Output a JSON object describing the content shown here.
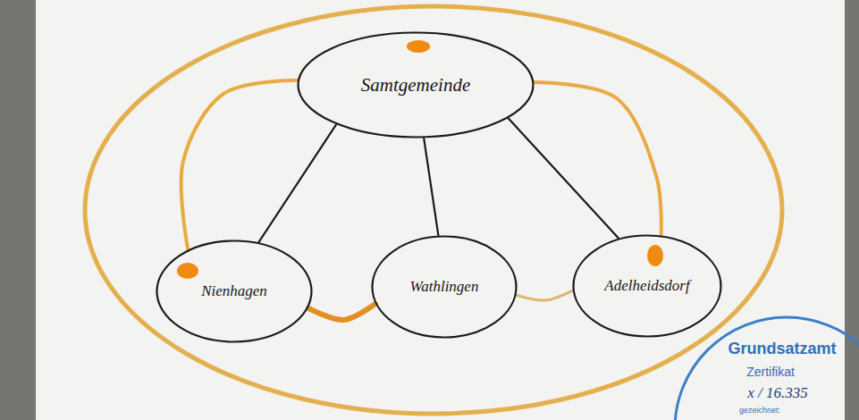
{
  "diagram": {
    "nodes": [
      {
        "text": [
          "Samtgemeinde"
        ]
      },
      {
        "text": [
          "Nienhagen"
        ]
      },
      {
        "text": [
          "Wathlingen"
        ]
      },
      {
        "text": [
          "Adelheidsdorf"
        ]
      }
    ],
    "edges": [
      {
        "from": 0,
        "to": 1,
        "arrow": "none"
      },
      {
        "from": 0,
        "to": 2,
        "arrow": "none"
      },
      {
        "from": 0,
        "to": 3,
        "arrow": "none"
      },
      {
        "from": 0,
        "to": 1,
        "arrow": "none"
      },
      {
        "from": 0,
        "to": 3,
        "arrow": "none"
      },
      {
        "from": 1,
        "to": 2,
        "arrow": "none"
      },
      {
        "from": 2,
        "to": 3,
        "arrow": "none"
      }
    ],
    "labels": [
      "Grundsatzamt",
      "Zertifikat",
      "x / 16.335",
      "gezeichnet:"
    ]
  }
}
